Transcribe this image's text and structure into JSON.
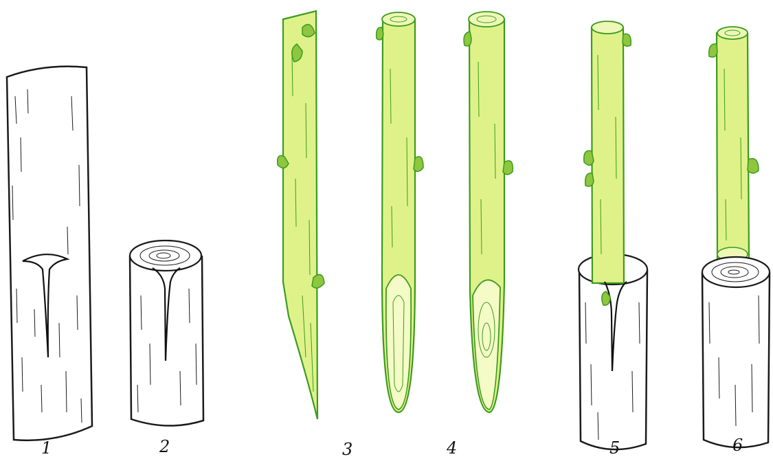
{
  "labels": {
    "f1": "1",
    "f2": "2",
    "f3": "3",
    "f4": "4",
    "f5": "5",
    "f6": "6"
  },
  "colors": {
    "stock_fill": "#ffffff",
    "stock_line": "#1a1a1a",
    "scion_fill": "#dff28a",
    "scion_line": "#3c9a1e",
    "scion_cut": "#f4fbc6",
    "bud": "#8ec63f",
    "background": "#ffffff"
  }
}
